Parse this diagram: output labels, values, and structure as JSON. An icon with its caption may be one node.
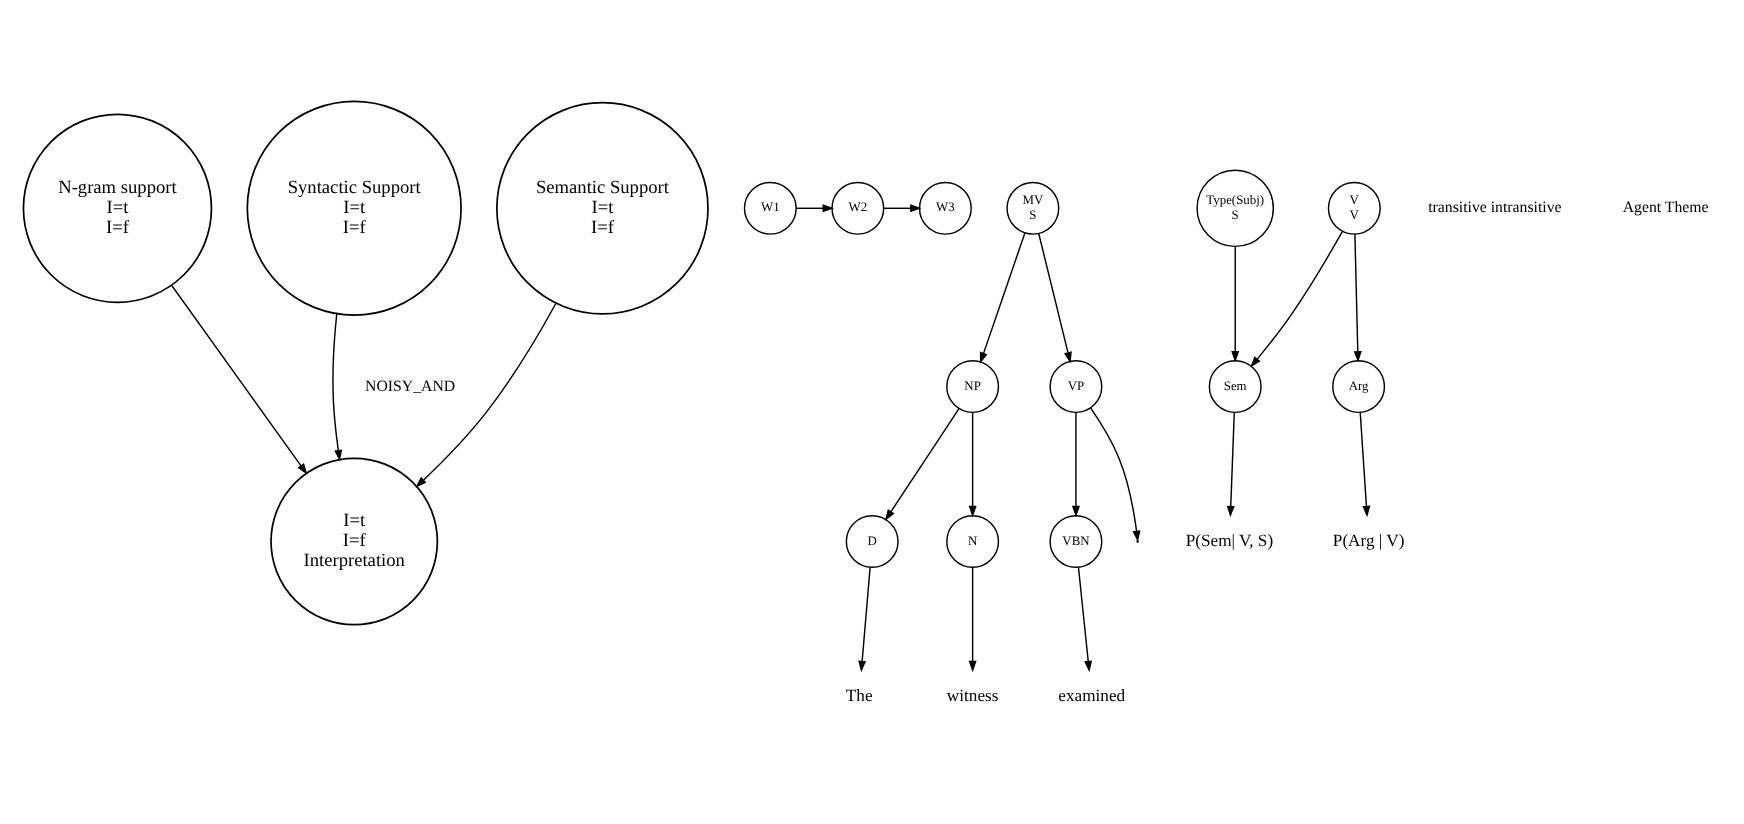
{
  "diagram": {
    "nodes": [
      {
        "text": [
          "N-gram support",
          "I=t",
          "I=f"
        ]
      },
      {
        "text": [
          "W1"
        ]
      },
      {
        "text": [
          "W2"
        ]
      },
      {
        "text": [
          "W3"
        ]
      },
      {
        "text": [
          "Syntactic Support",
          "I=t",
          "I=f"
        ]
      },
      {
        "text": [
          "MV",
          "S"
        ]
      },
      {
        "text": [
          "NP"
        ]
      },
      {
        "text": [
          "VP"
        ]
      },
      {
        "text": [
          "D"
        ]
      },
      {
        "text": [
          "N"
        ]
      },
      {
        "text": [
          "VBN"
        ]
      },
      {
        "text": [
          "The"
        ]
      },
      {
        "text": [
          "witness"
        ]
      },
      {
        "text": [
          "examined"
        ]
      },
      {
        "text": [
          "Semantic Support",
          "I=t",
          "I=f"
        ]
      },
      {
        "text": [
          "V",
          "V"
        ]
      },
      {
        "text": [
          "Type(Subj)",
          "S"
        ]
      },
      {
        "text": [
          "Sem"
        ]
      },
      {
        "text": [
          "Arg"
        ]
      },
      {
        "text": [
          "P(Sem| V, S)"
        ]
      },
      {
        "text": [
          "P(Arg | V)"
        ]
      },
      {
        "text": [
          "I=t",
          "I=f",
          "Interpretation"
        ]
      }
    ],
    "edges": [
      {
        "from": 0,
        "to": 21,
        "arrow": "to"
      },
      {
        "from": 4,
        "to": 21,
        "arrow": "to"
      },
      {
        "from": 14,
        "to": 21,
        "arrow": "to"
      },
      {
        "from": 1,
        "to": 2,
        "arrow": "to"
      },
      {
        "from": 2,
        "to": 3,
        "arrow": "to"
      },
      {
        "from": 5,
        "to": 6,
        "arrow": "to"
      },
      {
        "from": 5,
        "to": 7,
        "arrow": "to"
      },
      {
        "from": 6,
        "to": 8,
        "arrow": "to"
      },
      {
        "from": 6,
        "to": 9,
        "arrow": "to"
      },
      {
        "from": 7,
        "to": 10,
        "arrow": "to"
      },
      {
        "from": 7,
        "to": null,
        "arrow": "to"
      },
      {
        "from": 8,
        "to": 11,
        "arrow": "to"
      },
      {
        "from": 9,
        "to": 12,
        "arrow": "to"
      },
      {
        "from": 10,
        "to": 13,
        "arrow": "to"
      },
      {
        "from": 15,
        "to": 17,
        "arrow": "to"
      },
      {
        "from": 16,
        "to": 17,
        "arrow": "to"
      },
      {
        "from": 15,
        "to": 18,
        "arrow": "to"
      },
      {
        "from": 17,
        "to": 19,
        "arrow": "to"
      },
      {
        "from": 18,
        "to": 20,
        "arrow": "to"
      }
    ],
    "labels": [
      "NOISY_AND",
      "transitive intransitive",
      "Agent Theme"
    ]
  }
}
